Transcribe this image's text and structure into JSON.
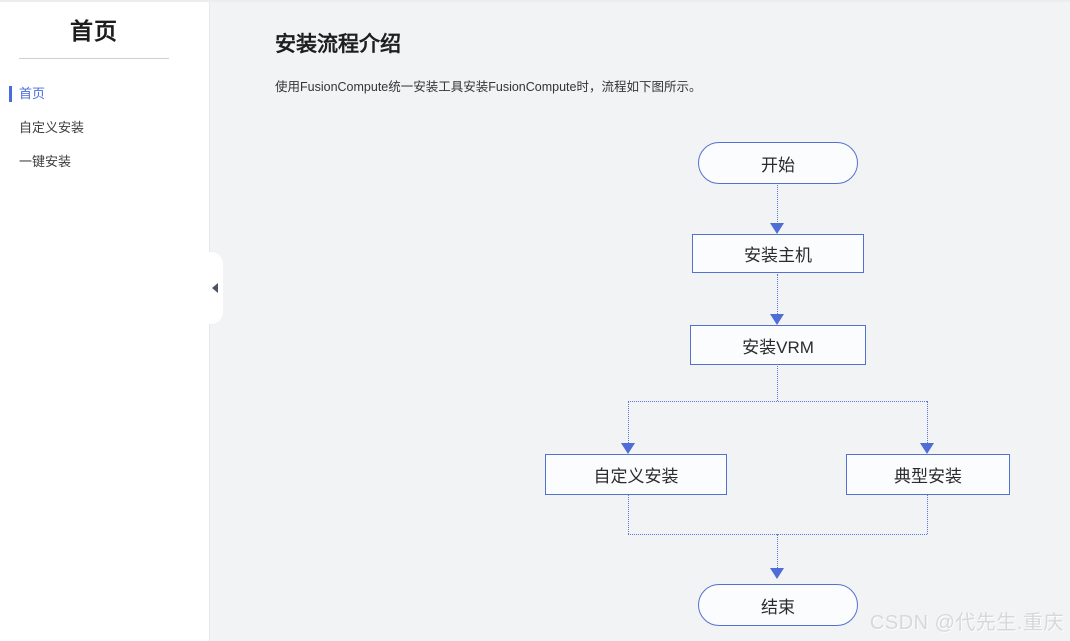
{
  "sidebar": {
    "title": "首页",
    "items": [
      {
        "label": "首页",
        "active": true
      },
      {
        "label": "自定义安装",
        "active": false
      },
      {
        "label": "一键安装",
        "active": false
      }
    ]
  },
  "main": {
    "title": "安装流程介绍",
    "description": "使用FusionCompute统一安装工具安装FusionCompute时，流程如下图所示。"
  },
  "flowchart": {
    "nodes": [
      {
        "id": "start",
        "label": "开始",
        "shape": "stadium"
      },
      {
        "id": "install-host",
        "label": "安装主机",
        "shape": "rect"
      },
      {
        "id": "install-vrm",
        "label": "安装VRM",
        "shape": "rect"
      },
      {
        "id": "custom-install",
        "label": "自定义安装",
        "shape": "rect"
      },
      {
        "id": "typical-install",
        "label": "典型安装",
        "shape": "rect"
      },
      {
        "id": "end",
        "label": "结束",
        "shape": "stadium"
      }
    ],
    "edges": [
      "start->install-host",
      "install-host->install-vrm",
      "install-vrm->custom-install",
      "install-vrm->typical-install",
      "custom-install->end",
      "typical-install->end"
    ]
  },
  "watermark": "CSDN @代先生.重庆",
  "colors": {
    "accent_blue": "#5571d0",
    "active_menu_blue": "#4a6bdb",
    "main_bg": "#f2f3f5",
    "sidebar_bg": "#ffffff"
  }
}
